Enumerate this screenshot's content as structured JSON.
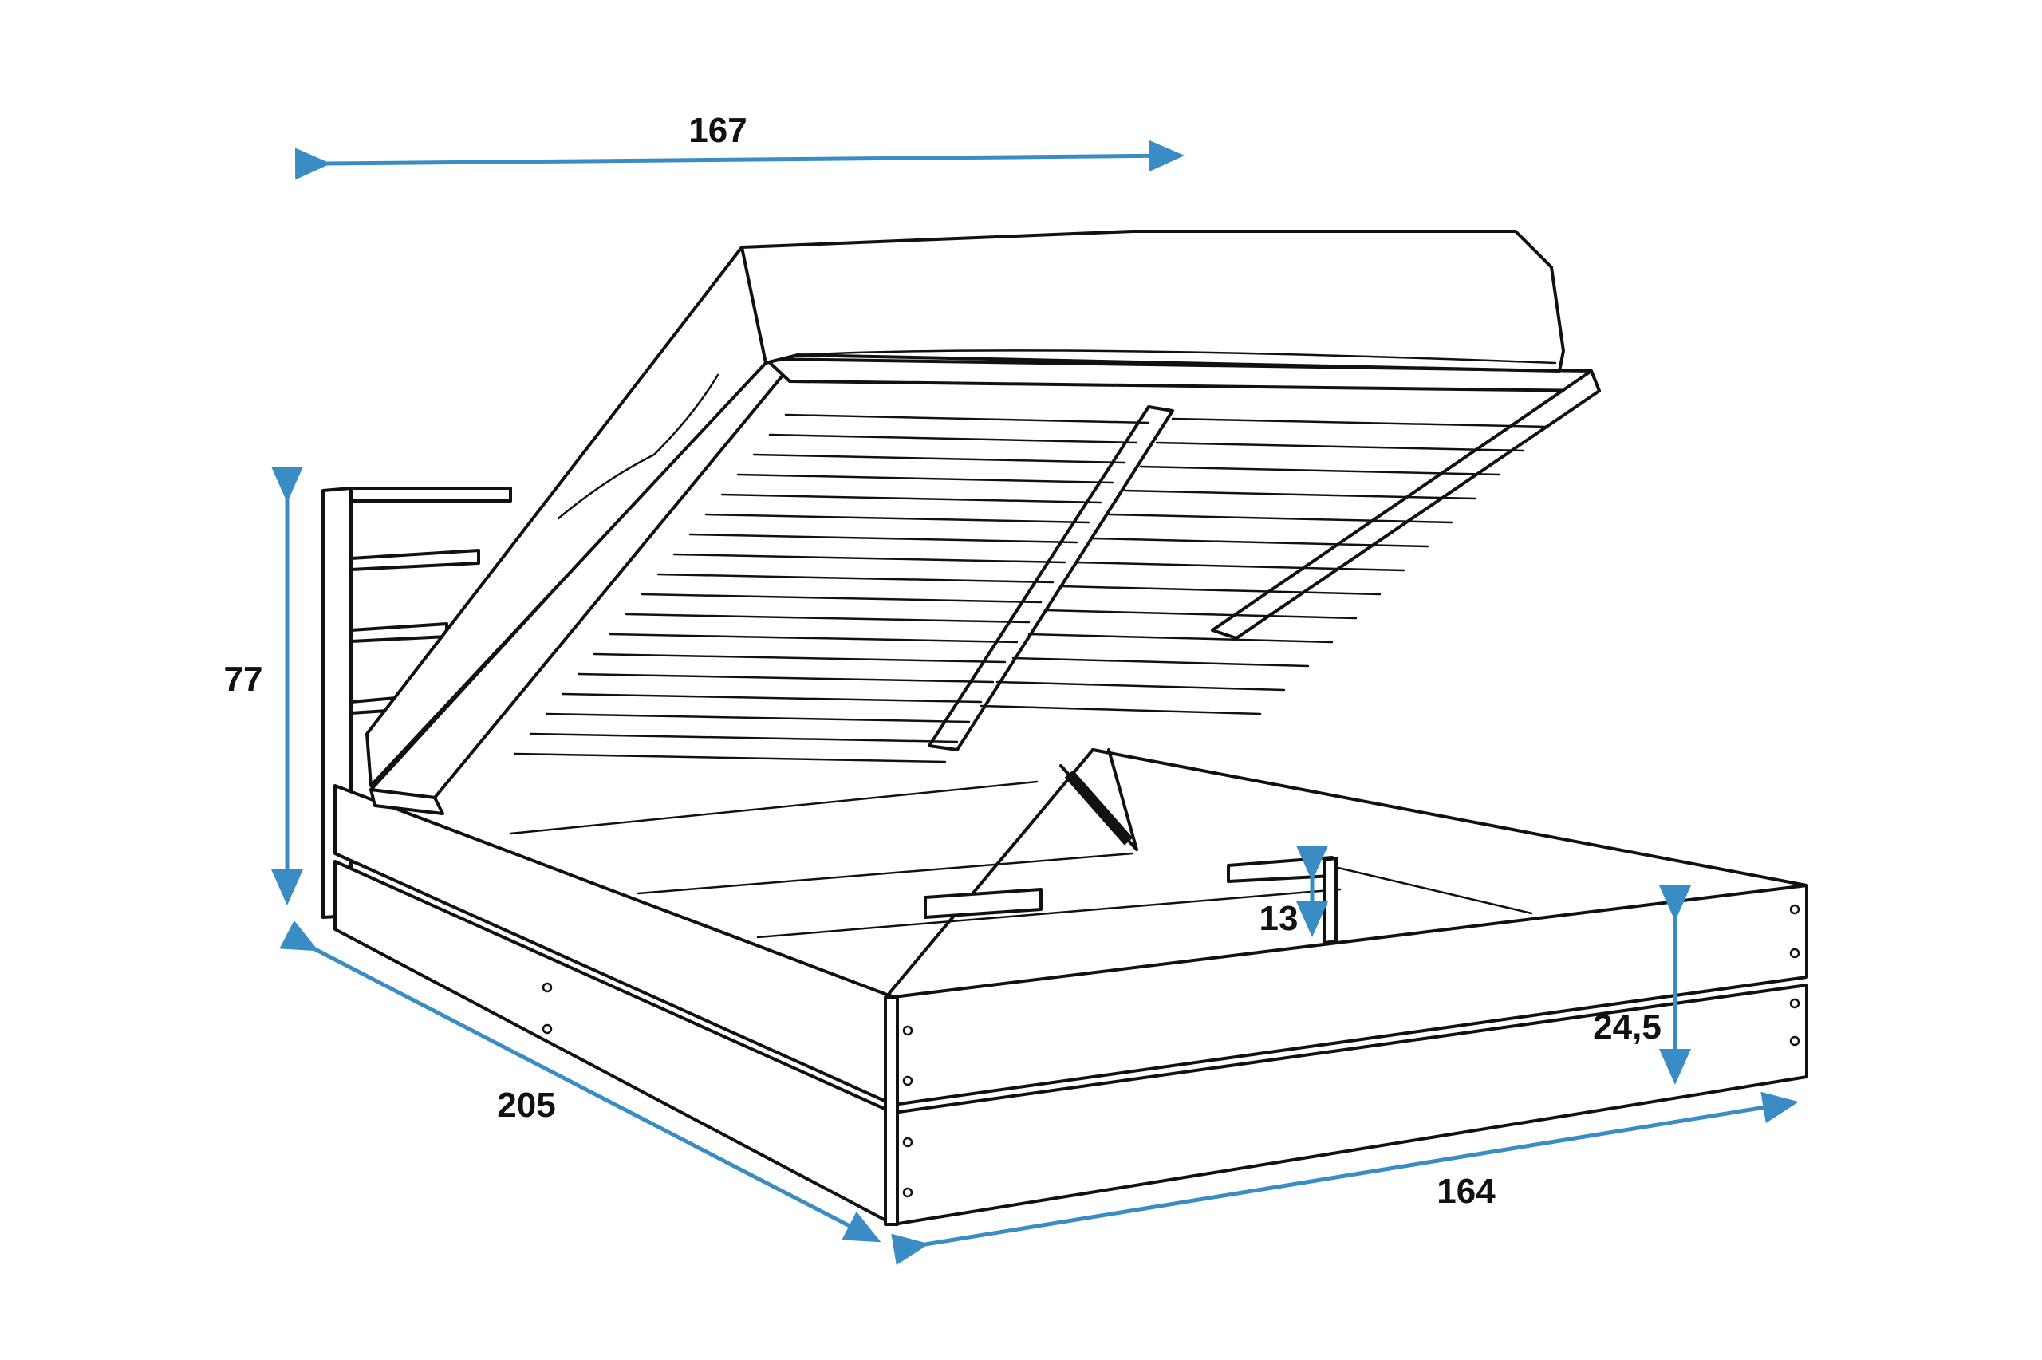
{
  "colors": {
    "dimension": "#3a8cc4",
    "outline": "#111111",
    "background": "#ffffff"
  },
  "dimensions": {
    "width_top": "167",
    "height": "77",
    "length": "205",
    "width_bottom": "164",
    "frame_height": "24,5",
    "storage_depth": "13"
  }
}
